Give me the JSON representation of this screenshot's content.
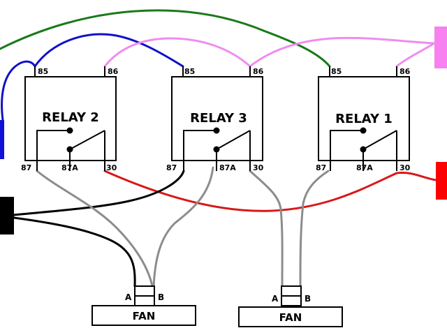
{
  "relays": [
    {
      "title": "RELAY 2",
      "pins": {
        "p85": "85",
        "p86": "86",
        "p87": "87",
        "p87a": "87A",
        "p30": "30"
      }
    },
    {
      "title": "RELAY 3",
      "pins": {
        "p85": "85",
        "p86": "86",
        "p87": "87",
        "p87a": "87A",
        "p30": "30"
      }
    },
    {
      "title": "RELAY 1",
      "pins": {
        "p85": "85",
        "p86": "86",
        "p87": "87",
        "p87a": "87A",
        "p30": "30"
      }
    }
  ],
  "fans": [
    {
      "label": "FAN",
      "terminal_a": "A",
      "terminal_b": "B"
    },
    {
      "label": "FAN",
      "terminal_a": "A",
      "terminal_b": "B"
    }
  ],
  "colors": {
    "green_wire": "#1a7a1a",
    "blue_wire": "#1010c8",
    "pink_wire": "#f08cf0",
    "red_wire": "#d81818",
    "gray_wire": "#8c8c8c",
    "black_wire": "#000000",
    "blue_connector": "#1010d8",
    "black_connector": "#000000",
    "red_connector": "#ff0000",
    "pink_connector": "#f880f0"
  }
}
